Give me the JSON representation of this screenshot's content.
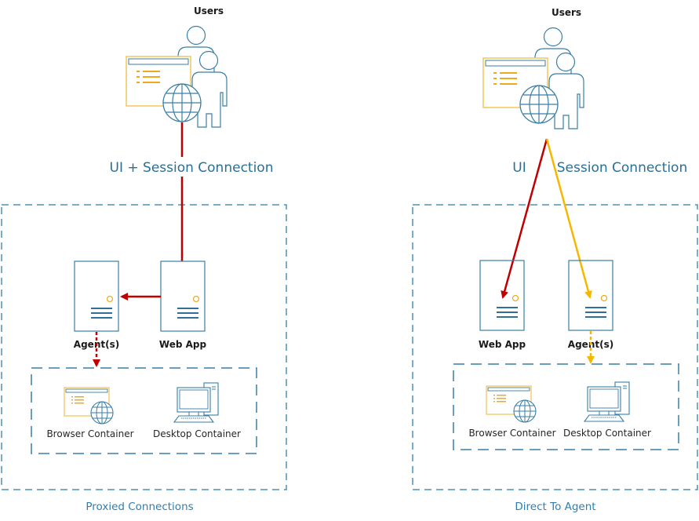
{
  "colors": {
    "outline": "#3a7ea6",
    "dash": "#4a91b8",
    "browser_frame": "#f2c75c",
    "browser_lines": "#f0a81e",
    "ui_arrow": "#c00000",
    "session_arrow": "#f5b800",
    "label_blue": "#2a6f95"
  },
  "left": {
    "users_label": "Users",
    "connection_label": "UI + Session Connection",
    "agent_label": "Agent(s)",
    "webapp_label": "Web App",
    "browser_container_label": "Browser Container",
    "desktop_container_label": "Desktop Container",
    "caption": "Proxied Connections"
  },
  "right": {
    "users_label": "Users",
    "ui_label": "UI",
    "session_label": "Session Connection",
    "webapp_label": "Web App",
    "agent_label": "Agent(s)",
    "browser_container_label": "Browser Container",
    "desktop_container_label": "Desktop Container",
    "caption": "Direct To Agent"
  }
}
